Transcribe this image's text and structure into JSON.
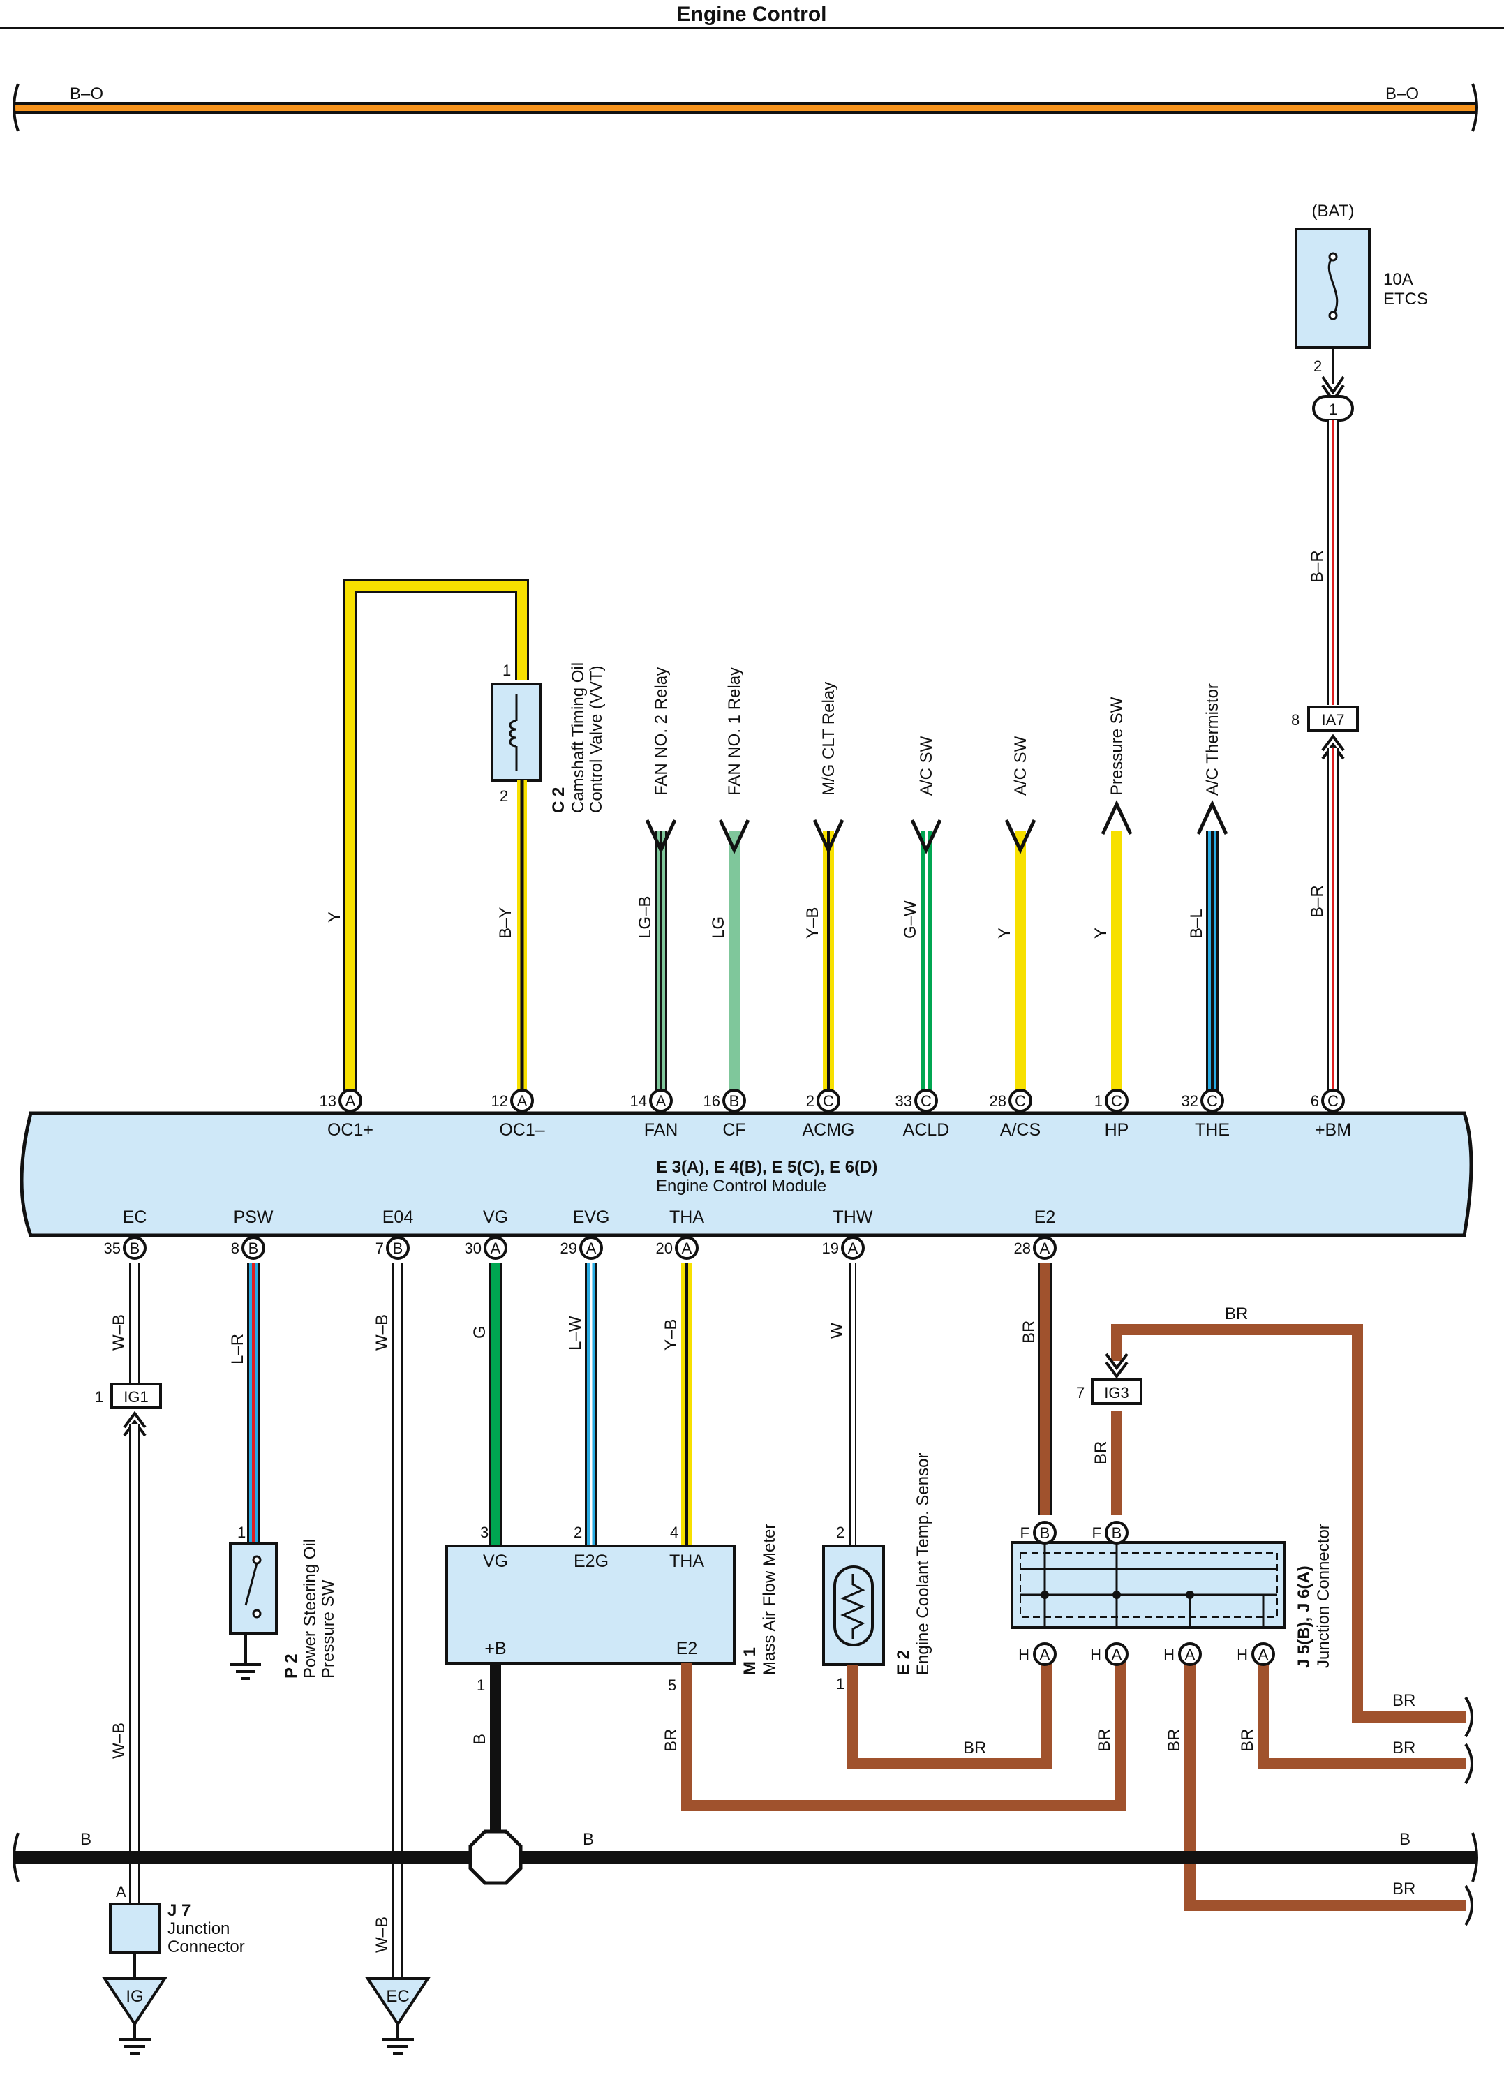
{
  "title": "Engine Control",
  "colors": {
    "Y": "#f7e000",
    "LG": "#7fc79b",
    "G": "#00a651",
    "L": "#29abe2",
    "R": "#e02020",
    "BR": "#a0522d",
    "B": "#111111",
    "W": "#ffffff",
    "O": "#f7941d",
    "ecu_fill": "#cfe8f8",
    "comp_fill": "#cfe8f8"
  },
  "top_bus": {
    "left_label": "B–O",
    "right_label": "B–O"
  },
  "bottom_bus": {
    "left_label": "B",
    "mid_label": "B",
    "right_label": "B"
  },
  "fuse": {
    "source": "(BAT)",
    "rating": "10A",
    "name": "ETCS",
    "pin": "2",
    "connector_pin": "1"
  },
  "ia7": {
    "name": "IA7",
    "pin": "8"
  },
  "ecu": {
    "ids": "E 3(A), E 4(B), E 5(C), E 6(D)",
    "name": "Engine Control Module",
    "top_pins": [
      {
        "num": "13",
        "conn": "A",
        "term": "OC1+"
      },
      {
        "num": "12",
        "conn": "A",
        "term": "OC1–"
      },
      {
        "num": "14",
        "conn": "A",
        "term": "FAN"
      },
      {
        "num": "16",
        "conn": "B",
        "term": "CF"
      },
      {
        "num": "2",
        "conn": "C",
        "term": "ACMG"
      },
      {
        "num": "33",
        "conn": "C",
        "term": "ACLD"
      },
      {
        "num": "28",
        "conn": "C",
        "term": "A/CS"
      },
      {
        "num": "1",
        "conn": "C",
        "term": "HP"
      },
      {
        "num": "32",
        "conn": "C",
        "term": "THE"
      },
      {
        "num": "6",
        "conn": "C",
        "term": "+BM"
      }
    ],
    "bottom_pins": [
      {
        "num": "35",
        "conn": "B",
        "term": "EC"
      },
      {
        "num": "8",
        "conn": "B",
        "term": "PSW"
      },
      {
        "num": "7",
        "conn": "B",
        "term": "E04"
      },
      {
        "num": "30",
        "conn": "A",
        "term": "VG"
      },
      {
        "num": "29",
        "conn": "A",
        "term": "EVG"
      },
      {
        "num": "20",
        "conn": "A",
        "term": "THA"
      },
      {
        "num": "19",
        "conn": "A",
        "term": "THW"
      },
      {
        "num": "28",
        "conn": "A",
        "term": "E2"
      }
    ]
  },
  "signals": [
    {
      "label": "FAN NO. 2 Relay",
      "wire": "LG–B"
    },
    {
      "label": "FAN NO. 1 Relay",
      "wire": "LG"
    },
    {
      "label": "M/G CLT Relay",
      "wire": "Y–B"
    },
    {
      "label": "A/C SW",
      "wire": "G–W"
    },
    {
      "label": "A/C SW",
      "wire": "Y"
    },
    {
      "label": "Pressure SW",
      "wire": "Y"
    },
    {
      "label": "A/C Thermistor",
      "wire": "B–L"
    }
  ],
  "wires": {
    "oc1p": "Y",
    "oc1m": "B–Y",
    "bm_lower": "B–R",
    "bm_upper": "B–R",
    "ec": "W–B",
    "ec_lower": "W–B",
    "psw": "L–R",
    "e04": "W–B",
    "e04_lower": "W–B",
    "vg": "G",
    "evg": "L–W",
    "tha": "Y–B",
    "thw": "W",
    "e2": "BR",
    "mafe2": "BR",
    "ground": "B",
    "br_labels": [
      "BR",
      "BR",
      "BR",
      "BR",
      "BR",
      "BR",
      "BR",
      "BR",
      "BR",
      "BR",
      "BR",
      "BR"
    ]
  },
  "vvt": {
    "id": "C 2",
    "name1": "Camshaft Timing Oil",
    "name2": "Control Valve (VVT)",
    "pin1": "1",
    "pin2": "2"
  },
  "psw_sensor": {
    "id": "P 2",
    "name1": "Power Steering Oil",
    "name2": "Pressure SW",
    "pin": "1"
  },
  "maf": {
    "id": "M 1",
    "name": "Mass Air Flow Meter",
    "terms": [
      "VG",
      "E2G",
      "THA",
      "+B",
      "E2"
    ],
    "pins": [
      "3",
      "2",
      "4",
      "1",
      "5"
    ]
  },
  "ect": {
    "id": "E 2",
    "name": "Engine Coolant Temp.  Sensor",
    "pins": [
      "2",
      "1"
    ]
  },
  "jc": {
    "id": "J 5(B), J 6(A)",
    "name": "Junction Connector",
    "top_pin": "F",
    "top_conn": "B",
    "bot_pin": "H",
    "bot_conn": "A"
  },
  "ig1": {
    "name": "IG1",
    "pin": "1"
  },
  "ig3": {
    "name": "IG3",
    "pin": "7"
  },
  "j7": {
    "id": "J 7",
    "name1": "Junction",
    "name2": "Connector",
    "pin": "A"
  },
  "grounds": {
    "ig": "IG",
    "ec": "EC"
  }
}
